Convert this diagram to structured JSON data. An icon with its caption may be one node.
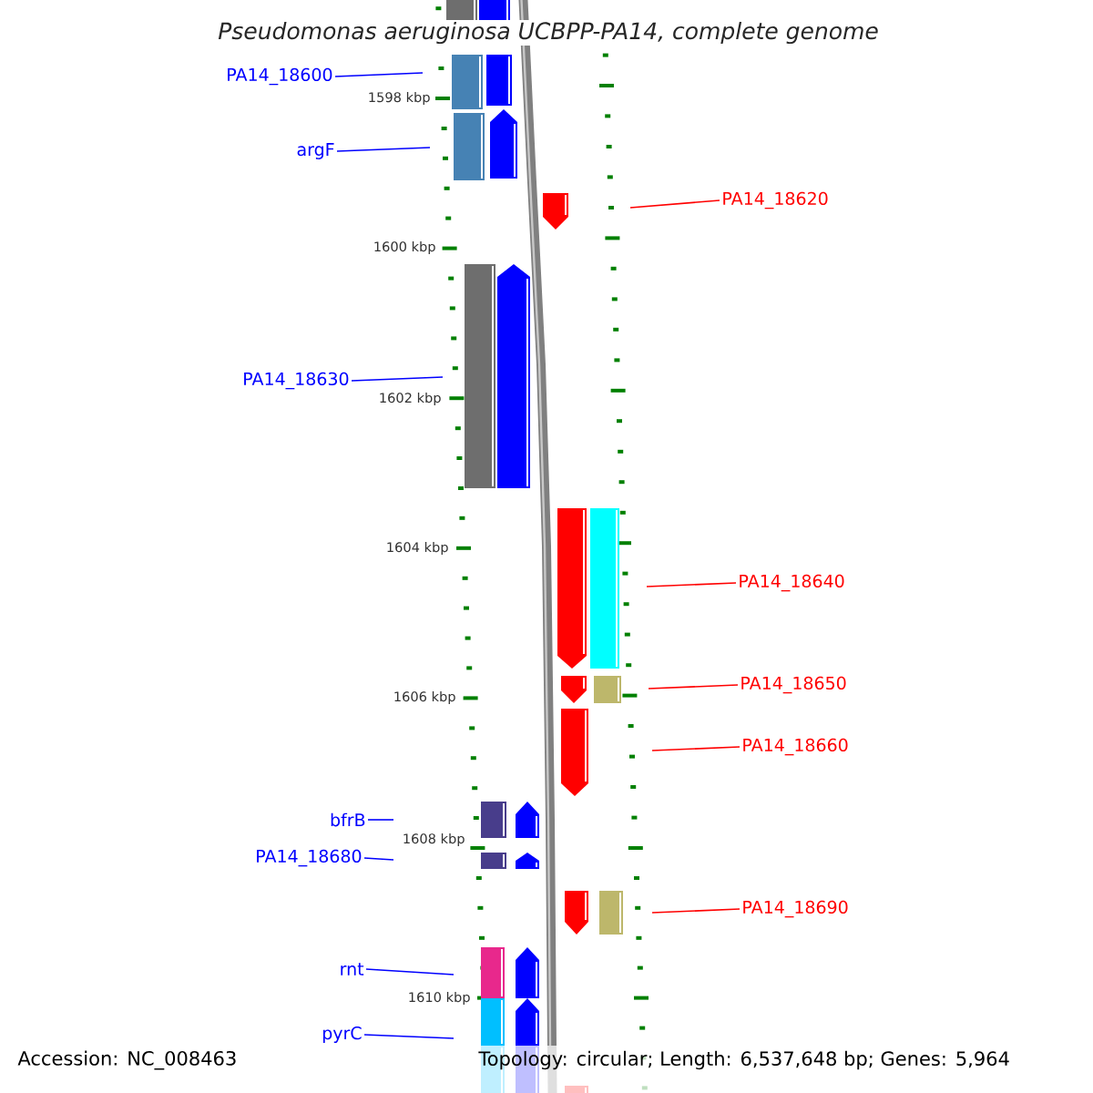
{
  "diagram": {
    "title": "Pseudomonas aeruginosa UCBPP-PA14, complete genome",
    "nodes": [
      {
        "text": [
          "PA14_18600"
        ]
      },
      {
        "text": [
          "argF"
        ]
      },
      {
        "text": [
          "PA14_18620"
        ]
      },
      {
        "text": [
          "PA14_18630"
        ]
      },
      {
        "text": [
          "PA14_18640"
        ]
      },
      {
        "text": [
          "PA14_18650"
        ]
      },
      {
        "text": [
          "PA14_18660"
        ]
      },
      {
        "text": [
          "bfrB"
        ]
      },
      {
        "text": [
          "PA14_18680"
        ]
      },
      {
        "text": [
          "PA14_18690"
        ]
      },
      {
        "text": [
          "rnt"
        ]
      },
      {
        "text": [
          "pyrC"
        ]
      }
    ],
    "edges": [
      {
        "from": 0,
        "to": null,
        "arrow": "none"
      },
      {
        "from": 1,
        "to": null,
        "arrow": "none"
      },
      {
        "from": 2,
        "to": null,
        "arrow": "none",
        "color": "#ff0000"
      },
      {
        "from": 3,
        "to": null,
        "arrow": "none"
      },
      {
        "from": 4,
        "to": null,
        "arrow": "none",
        "color": "#ff0000"
      },
      {
        "from": 5,
        "to": null,
        "arrow": "none",
        "color": "#ff0000"
      },
      {
        "from": 6,
        "to": null,
        "arrow": "none",
        "color": "#ff0000"
      },
      {
        "from": 7,
        "to": null,
        "arrow": "none"
      },
      {
        "from": 8,
        "to": null,
        "arrow": "none"
      },
      {
        "from": 9,
        "to": null,
        "arrow": "none",
        "color": "#ff0000"
      },
      {
        "from": 10,
        "to": null,
        "arrow": "none"
      },
      {
        "from": 11,
        "to": null,
        "arrow": "none"
      }
    ],
    "labels": [
      "1598 kbp",
      "1600 kbp",
      "1602 kbp",
      "1604 kbp",
      "1606 kbp",
      "1608 kbp",
      "1610 kbp",
      "Accession: NC_008463",
      "Topology: circular; Length: 6,537,648 bp; Genes: 5,964"
    ]
  }
}
